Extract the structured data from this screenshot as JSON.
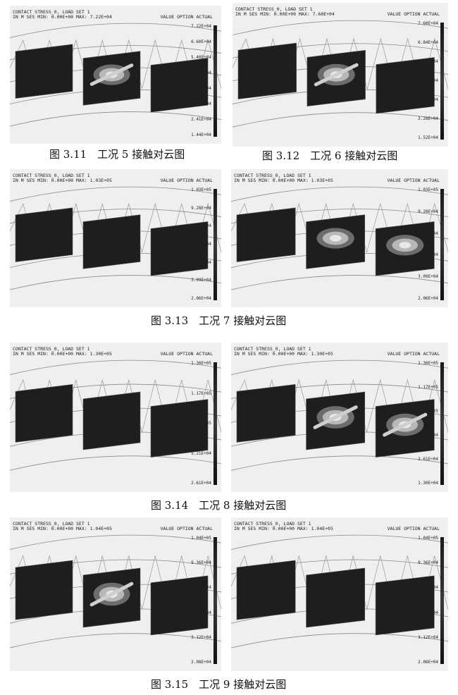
{
  "figures": [
    {
      "caption": "图 3.11　工况 5 接触对云图",
      "panels": [
        {
          "header1": "CONTACT STRESS_0, LOAD SET 1",
          "header2": "IN M SES MIN: 0.00E+00 MAX: 7.22E+04",
          "value_option": "VALUE OPTION ACTUAL",
          "ticks": [
            "7.22E+04",
            "6.60E+04",
            "5.40E+04",
            "4.21E+04",
            "3.61E+04",
            "3.01E+04",
            "2.41E+04",
            "1.44E+04"
          ]
        },
        {
          "header1": "CONTACT STRESS_0, LOAD SET 1",
          "header2": "IN M SES MIN: 0.00E+00 MAX: 7.60E+04",
          "value_option": "VALUE OPTION ACTUAL",
          "ticks": [
            "7.60E+04",
            "6.84E+04",
            "5.32E+04",
            "3.80E+04",
            "3.04E+04",
            "2.28E+04",
            "1.52E+04"
          ]
        }
      ]
    },
    {
      "caption": "图 3.12　工况 6 接触对云图",
      "panels": []
    },
    {
      "caption": "图 3.13　工况 7 接触对云图",
      "panels": [
        {
          "header1": "CONTACT STRESS_0, LOAD SET 1",
          "header2": "IN M SES MIN: 0.00E+00 MAX: 1.03E+05",
          "value_option": "VALUE OPTION ACTUAL",
          "ticks": [
            "1.03E+05",
            "9.28E+04",
            "7.22E+04",
            "5.15E+04",
            "4.12E+04",
            "3.09E+04",
            "2.06E+04"
          ]
        },
        {
          "header1": "CONTACT STRESS_0, LOAD SET 1",
          "header2": "IN M SES MIN: 0.00E+00 MAX: 1.03E+05",
          "value_option": "VALUE OPTION ACTUAL",
          "ticks": [
            "1.03E+05",
            "9.28E+04",
            "8.25E+04",
            "5.15E+04",
            "3.09E+04",
            "2.06E+04"
          ]
        }
      ]
    },
    {
      "caption": "图 3.14　工况 8 接触对云图",
      "panels": [
        {
          "header1": "CONTACT STRESS_0, LOAD SET 1",
          "header2": "IN M SES MIN: 0.00E+00 MAX: 1.30E+05",
          "value_option": "VALUE OPTION ACTUAL",
          "ticks": [
            "1.30E+05",
            "1.17E+05",
            "1.04E+05",
            "5.21E+04",
            "2.61E+04"
          ]
        },
        {
          "header1": "CONTACT STRESS_0, LOAD SET 1",
          "header2": "IN M SES MIN: 0.00E+00 MAX: 1.30E+05",
          "value_option": "VALUE OPTION ACTUAL",
          "ticks": [
            "1.30E+05",
            "1.17E+05",
            "1.04E+05",
            "3.91E+04",
            "2.61E+04",
            "1.30E+04"
          ]
        }
      ]
    },
    {
      "caption": "图 3.15　工况 9 接触对云图",
      "panels": [
        {
          "header1": "CONTACT STRESS_0, LOAD SET 1",
          "header2": "IN M SES MIN: 0.00E+00 MAX: 1.04E+05",
          "value_option": "VALUE OPTION ACTUAL",
          "ticks": [
            "1.04E+05",
            "9.36E+04",
            "8.32E+04",
            "4.17E+04",
            "3.12E+04",
            "2.08E+04"
          ]
        },
        {
          "header1": "CONTACT STRESS_0, LOAD SET 1",
          "header2": "IN M SES MIN: 0.00E+00 MAX: 1.04E+05",
          "value_option": "VALUE OPTION ACTUAL",
          "ticks": [
            "1.04E+05",
            "9.36E+04",
            "8.32E+04",
            "4.17E+04",
            "3.12E+04",
            "2.08E+04"
          ]
        }
      ]
    }
  ]
}
